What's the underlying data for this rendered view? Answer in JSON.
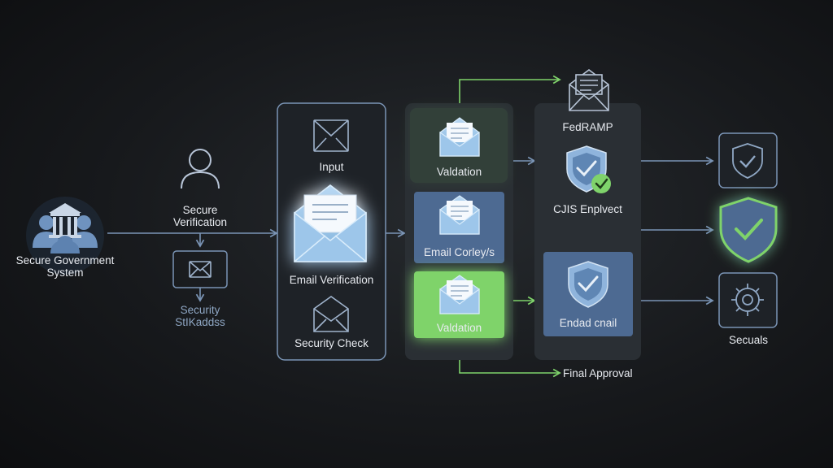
{
  "colors": {
    "background": "#17191c",
    "accent_blue": "#6f93bf",
    "accent_green": "#7fd36b",
    "line": "#7a94b5",
    "panel": "#2a2f34"
  },
  "nodes": {
    "government": {
      "label": "Secure Government\nSystem",
      "icon": "government-users-icon"
    },
    "user": {
      "label": "Secure\nVerification",
      "icon": "user-icon"
    },
    "small_envelope": {
      "icon": "envelope-icon"
    },
    "security_step": {
      "label": "Security\nStIKaddss"
    },
    "input": {
      "label": "Input",
      "icon": "envelope-icon"
    },
    "email_verification": {
      "label": "Email Verification",
      "icon": "open-envelope-icon"
    },
    "security_check": {
      "label": "Security Check",
      "icon": "envelope-icon"
    },
    "validation_top": {
      "label": "Valdation",
      "icon": "open-envelope-icon"
    },
    "email_corleys": {
      "label": "Email Corley/s",
      "icon": "open-envelope-icon"
    },
    "validation_green": {
      "label": "Valdation",
      "icon": "open-envelope-icon"
    },
    "fedramp": {
      "label": "FedRAMP",
      "icon": "open-envelope-icon"
    },
    "cjis": {
      "label": "CJIS Enplvect",
      "icon": "shield-check-icon"
    },
    "endad": {
      "label": "Endad cnail",
      "icon": "shield-check-icon"
    },
    "out_shield_top": {
      "icon": "shield-check-icon"
    },
    "out_shield_green": {
      "icon": "shield-check-icon"
    },
    "out_gear": {
      "label": "Secuals",
      "icon": "gear-icon"
    },
    "final_approval": {
      "label": "Final Approval"
    }
  }
}
